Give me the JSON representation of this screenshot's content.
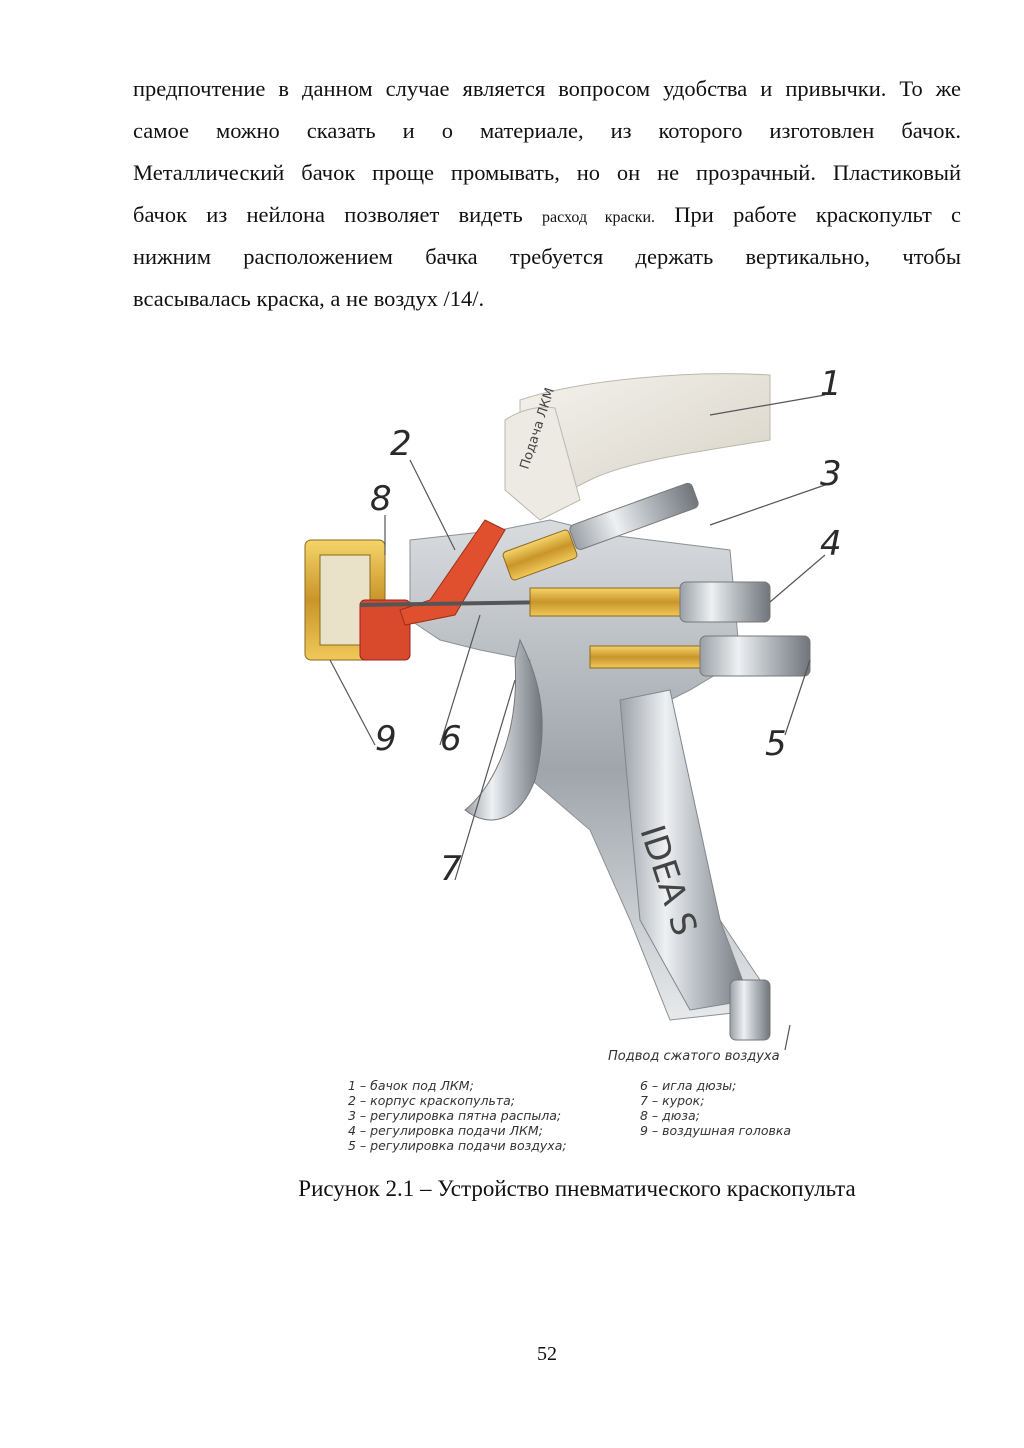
{
  "paragraph": {
    "lines": [
      "предпочтение в данном случае является вопросом удобства и привычки. То же",
      "самое можно сказать и о материале, из которого изготовлен бачок.",
      "Металлический бачок проще промывать, но он не прозрачный. Пластиковый",
      "бачок из нейлона позволяет видеть",
      "расход краски.",
      "При работе краскопульт с",
      "нижним расположением бачка требуется держать вертикально, чтобы",
      "всасывалась краска, а не воздух /14/."
    ]
  },
  "figure": {
    "callouts": [
      "1",
      "2",
      "3",
      "4",
      "5",
      "6",
      "7",
      "8",
      "9"
    ],
    "hose_label": "Подача ЛКМ",
    "brand": "IDEA S",
    "air_feed_label": "Подвод сжатого воздуха",
    "legend_left": [
      "1 – бачок под ЛКМ;",
      "2 – корпус краскопульта;",
      "3 – регулировка пятна распыла;",
      "4 – регулировка подачи ЛКМ;",
      "5 – регулировка подачи воздуха;"
    ],
    "legend_right": [
      "6 – игла дюзы;",
      "7 – курок;",
      "8 – дюза;",
      "9 – воздушная головка"
    ]
  },
  "caption": "Рисунок 2.1 – Устройство пневматического краскопульта",
  "page_number": "52"
}
